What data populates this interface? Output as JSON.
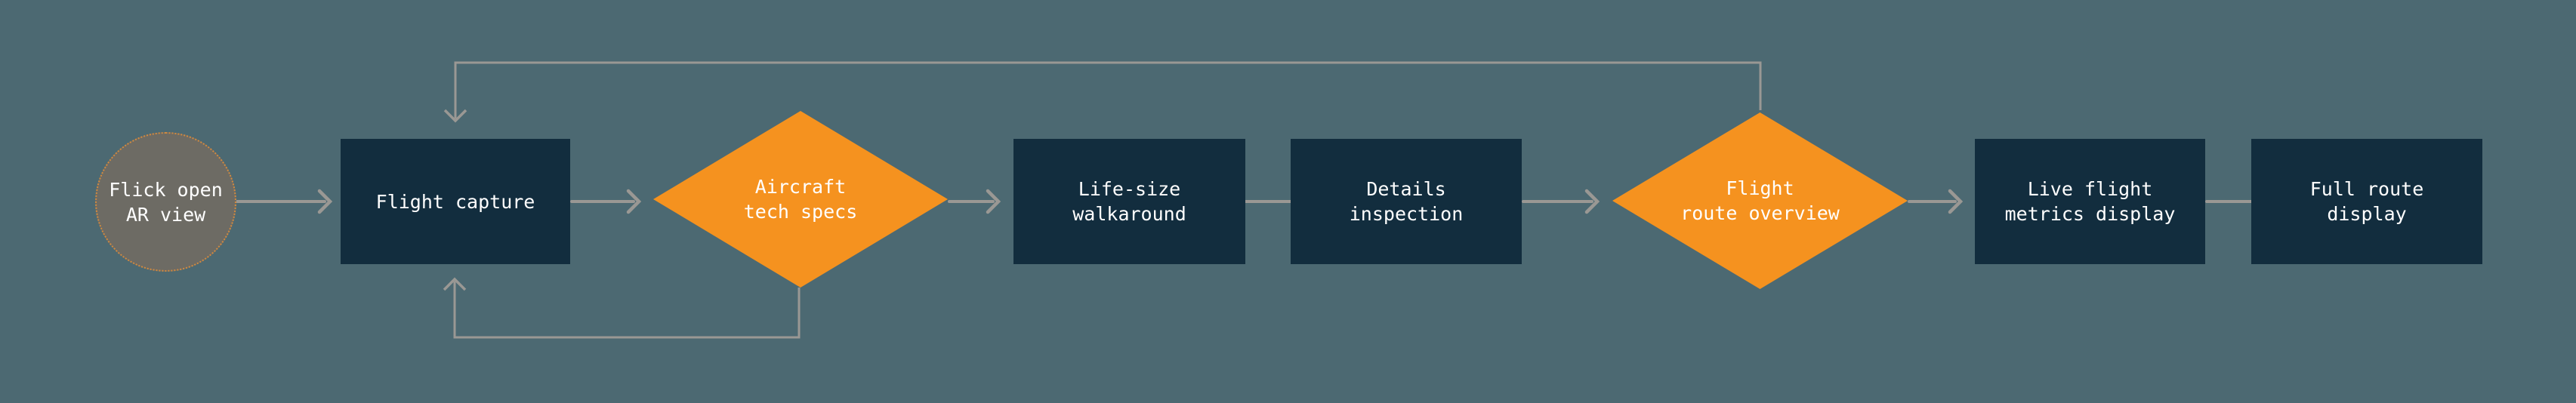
{
  "diagram": {
    "type": "flowchart",
    "direction": "left-to-right",
    "colors": {
      "background": "#4c6972",
      "process_fill": "#122d3e",
      "decision_fill": "#f5921f",
      "start_fill": "#6d6b64",
      "start_border": "#d18a3f",
      "connector": "#9a9894",
      "text": "#ffffff"
    },
    "nodes": [
      {
        "id": "start",
        "shape": "ellipse",
        "label": "Flick open AR view",
        "lines": [
          "Flick open",
          "AR view"
        ]
      },
      {
        "id": "flight-capture",
        "shape": "process",
        "label": "Flight capture",
        "lines": [
          "Flight capture"
        ]
      },
      {
        "id": "aircraft-tech-specs",
        "shape": "decision",
        "label": "Aircraft tech specs",
        "lines": [
          "Aircraft",
          "tech specs"
        ]
      },
      {
        "id": "life-size-walkaround",
        "shape": "process",
        "label": "Life-size walkaround",
        "lines": [
          "Life-size",
          "walkaround"
        ]
      },
      {
        "id": "details-inspection",
        "shape": "process",
        "label": "Details inspection",
        "lines": [
          "Details",
          "inspection"
        ]
      },
      {
        "id": "flight-route-overview",
        "shape": "decision",
        "label": "Flight route overview",
        "lines": [
          "Flight",
          "route overview"
        ]
      },
      {
        "id": "live-flight-metrics-display",
        "shape": "process",
        "label": "Live flight metrics display",
        "lines": [
          "Live flight",
          "metrics display"
        ]
      },
      {
        "id": "full-route-display",
        "shape": "process",
        "label": "Full route display",
        "lines": [
          "Full route",
          "display"
        ]
      }
    ],
    "edges": [
      {
        "from": "start",
        "to": "flight-capture",
        "arrow": true
      },
      {
        "from": "flight-capture",
        "to": "aircraft-tech-specs",
        "arrow": true
      },
      {
        "from": "aircraft-tech-specs",
        "to": "life-size-walkaround",
        "arrow": true
      },
      {
        "from": "life-size-walkaround",
        "to": "details-inspection",
        "arrow": false
      },
      {
        "from": "details-inspection",
        "to": "flight-route-overview",
        "arrow": true
      },
      {
        "from": "flight-route-overview",
        "to": "live-flight-metrics-display",
        "arrow": true
      },
      {
        "from": "live-flight-metrics-display",
        "to": "full-route-display",
        "arrow": false
      },
      {
        "from": "flight-route-overview",
        "to": "flight-capture",
        "arrow": true,
        "route": "loop-top"
      },
      {
        "from": "aircraft-tech-specs",
        "to": "flight-capture",
        "arrow": true,
        "route": "loop-bottom"
      }
    ]
  }
}
